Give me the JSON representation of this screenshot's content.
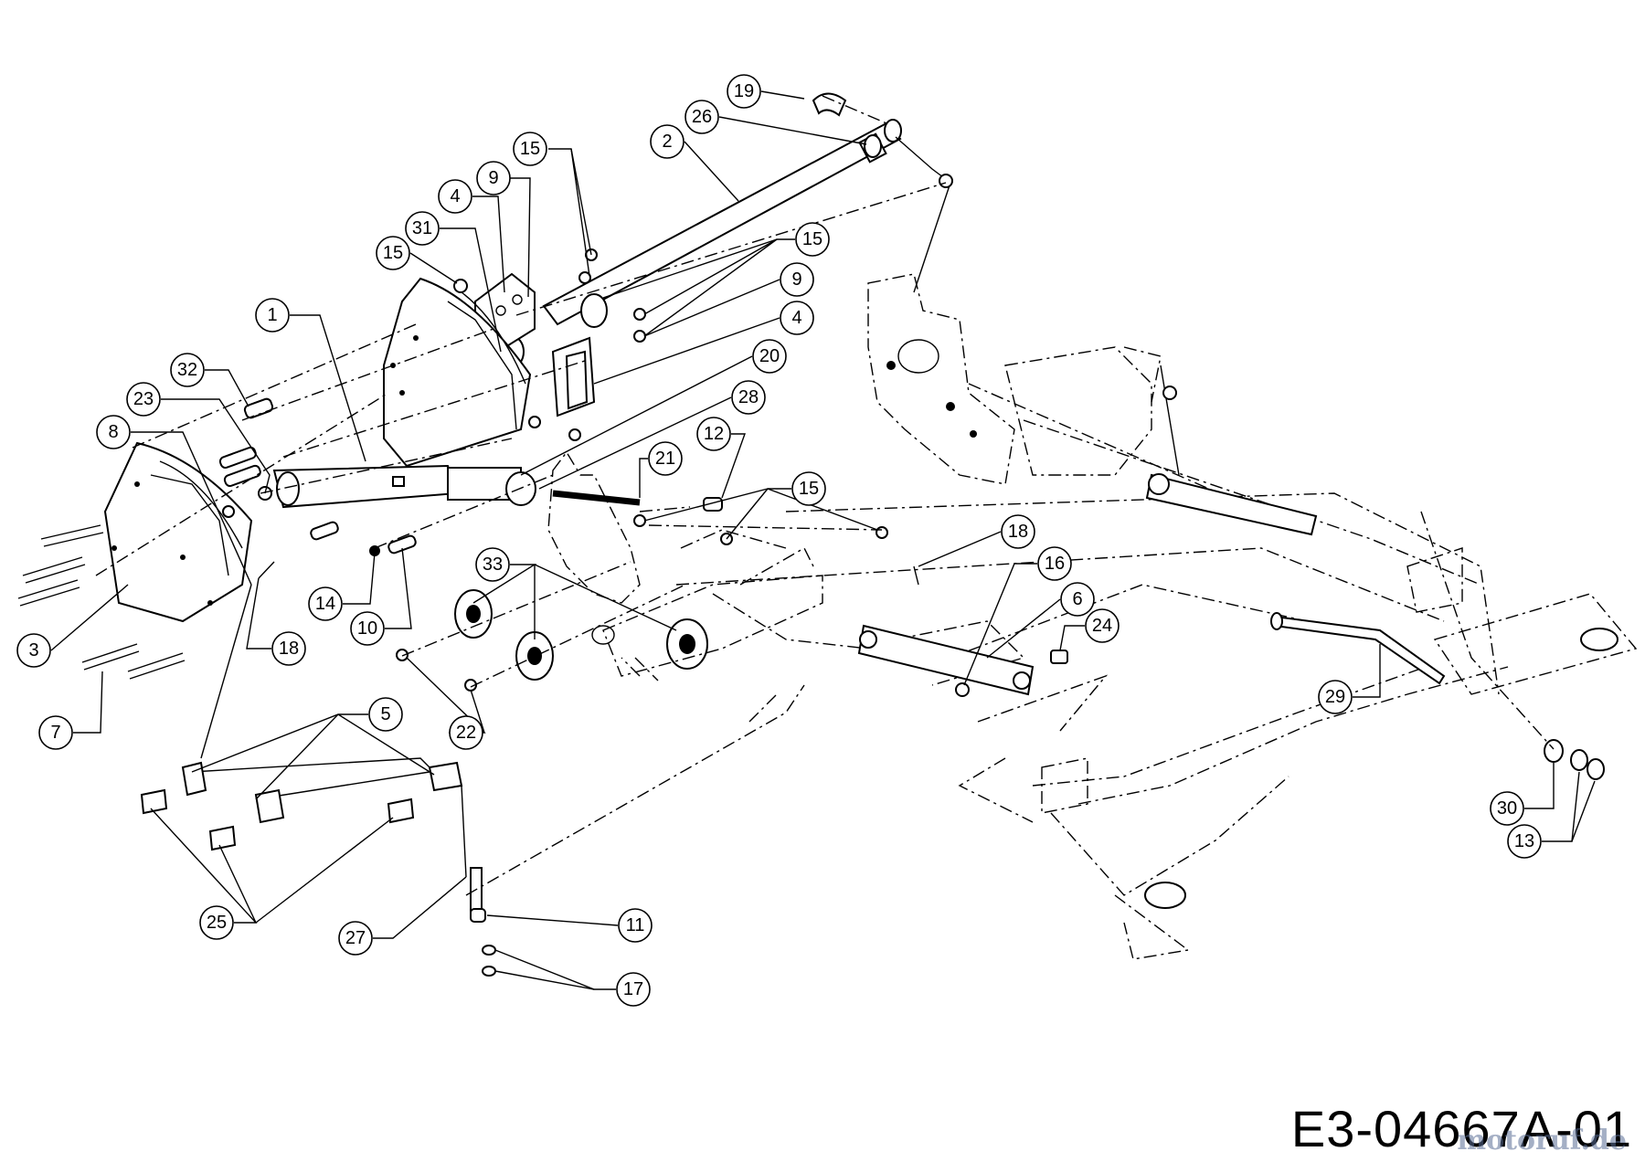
{
  "drawing_code": "E3-04667A-01",
  "watermark": "motoruf.de",
  "callouts": [
    "19",
    "26",
    "2",
    "15",
    "9",
    "4",
    "31",
    "15",
    "15",
    "9",
    "4",
    "1",
    "20",
    "32",
    "28",
    "23",
    "12",
    "21",
    "15",
    "8",
    "18",
    "33",
    "16",
    "6",
    "14",
    "10",
    "24",
    "3",
    "18",
    "29",
    "7",
    "5",
    "22",
    "30",
    "13",
    "25",
    "27",
    "11",
    "17"
  ]
}
